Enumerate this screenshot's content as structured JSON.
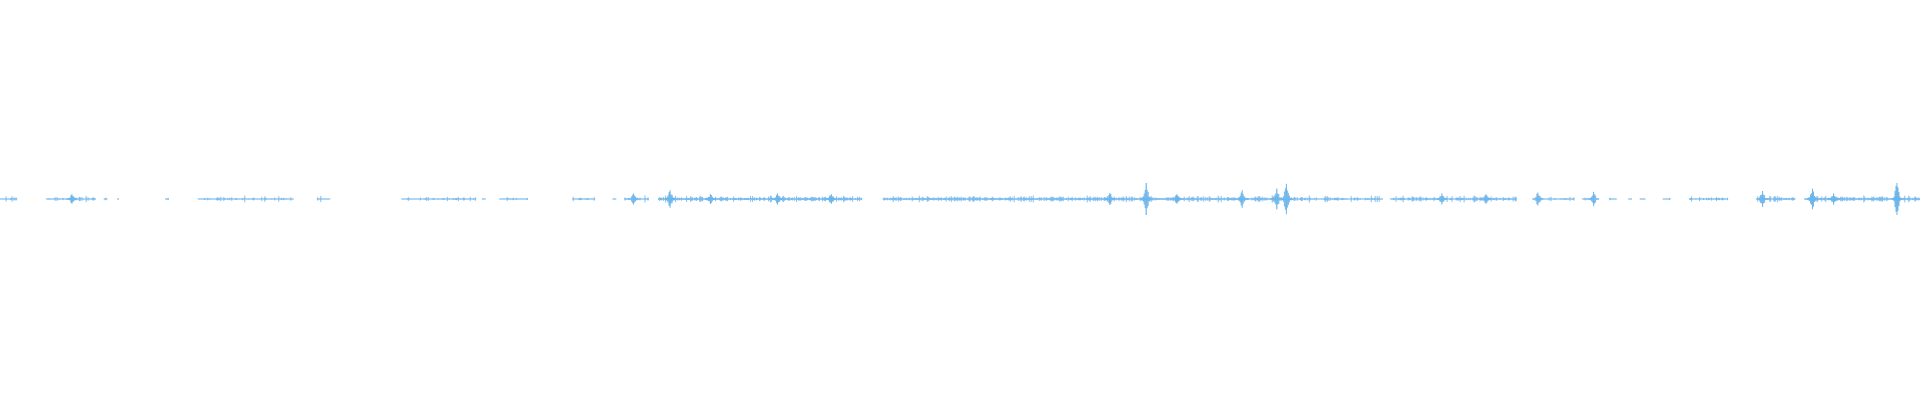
{
  "waveform": {
    "color": "#6cb4ea",
    "background": "#ffffff",
    "active_segments": [
      [
        0.0,
        0.009,
        0.3
      ],
      [
        0.024,
        0.05,
        0.35
      ],
      [
        0.054,
        0.056,
        0.15
      ],
      [
        0.061,
        0.062,
        0.15
      ],
      [
        0.086,
        0.088,
        0.15
      ],
      [
        0.103,
        0.153,
        0.35
      ],
      [
        0.165,
        0.172,
        0.15
      ],
      [
        0.209,
        0.248,
        0.4
      ],
      [
        0.251,
        0.253,
        0.15
      ],
      [
        0.26,
        0.275,
        0.3
      ],
      [
        0.298,
        0.31,
        0.25
      ],
      [
        0.319,
        0.321,
        0.15
      ],
      [
        0.325,
        0.338,
        0.45
      ],
      [
        0.343,
        0.449,
        1.0
      ],
      [
        0.46,
        0.64,
        1.0
      ],
      [
        0.64,
        0.66,
        0.9
      ],
      [
        0.66,
        0.72,
        0.6
      ],
      [
        0.724,
        0.79,
        0.7
      ],
      [
        0.8,
        0.82,
        0.35
      ],
      [
        0.824,
        0.83,
        0.25
      ],
      [
        0.838,
        0.842,
        0.25
      ],
      [
        0.848,
        0.85,
        0.15
      ],
      [
        0.854,
        0.857,
        0.15
      ],
      [
        0.866,
        0.87,
        0.2
      ],
      [
        0.88,
        0.9,
        0.55
      ],
      [
        0.915,
        0.935,
        0.7
      ],
      [
        0.94,
        1.0,
        1.0
      ]
    ],
    "spikes": [
      [
        0.0375,
        0.3
      ],
      [
        0.33,
        0.35
      ],
      [
        0.349,
        0.55
      ],
      [
        0.37,
        0.3
      ],
      [
        0.405,
        0.35
      ],
      [
        0.433,
        0.3
      ],
      [
        0.578,
        0.38
      ],
      [
        0.597,
        1.0
      ],
      [
        0.613,
        0.3
      ],
      [
        0.647,
        0.55
      ],
      [
        0.665,
        0.65
      ],
      [
        0.67,
        0.95
      ],
      [
        0.751,
        0.35
      ],
      [
        0.774,
        0.3
      ],
      [
        0.801,
        0.4
      ],
      [
        0.83,
        0.45
      ],
      [
        0.918,
        0.5
      ],
      [
        0.944,
        0.65
      ],
      [
        0.955,
        0.35
      ],
      [
        0.988,
        1.0
      ]
    ]
  }
}
